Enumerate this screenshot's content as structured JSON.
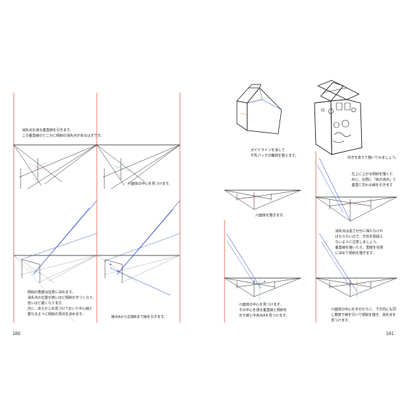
{
  "book": {
    "left_page": {
      "number": "180",
      "captions": {
        "p1": [
          "消失点を通る垂直線を引きます。",
          "この垂直線のどこかに傾斜の消失点があるはずです。"
        ],
        "p2": [
          "六面体の中心を見つけます。"
        ],
        "p3": [
          "傾斜の角度は任意に決めます。",
          "消失点の位置が高いほど傾斜がきつくなり、",
          "低いほど緩くなります。",
          "次に、あらかじめ見つけておいた中心線と",
          "重なるように傾斜の頂点を決めます。"
        ],
        "p4": [
          "接点Aから右端Bまで線を引きます。"
        ]
      }
    },
    "right_page": {
      "number": "181",
      "captions": {
        "p1": [
          "ガイドラインを消して",
          "牛乳パックの輪郭を整えます。"
        ],
        "p2": [
          "向きを変えて描いてみましょう。"
        ],
        "p3": [
          "左上に上がる傾斜を描くた",
          "めに、左側に「目の消点」と",
          "垂直に交わる線を引きます"
        ],
        "p4": [
          "六面体を描きます。"
        ],
        "p5": [
          "消失点は遠さが分に保たなけれ",
          "ばならないので、方向を間違え",
          "ないように注意しましょう。",
          "垂直線を描いたら、角度を任意",
          "に決めて傾斜を描きます。"
        ],
        "p6": [
          "六面体の中心を見つけます。",
          "その中心を通る垂直線と傾斜を",
          "示す線と中央点Aを見つけます。"
        ],
        "p7": [
          "六面体の中心を手がかりに、下方向にも同",
          "じ角度で線を引いて傾斜を描き、消失点を",
          "見つけます。"
        ]
      }
    }
  },
  "colors": {
    "guide_red": "#d4553f",
    "construction_blue": "#3a56c8",
    "construction_green": "#3f9a4e",
    "ink": "#111111",
    "pencil_gray": "#8a8a8a"
  }
}
